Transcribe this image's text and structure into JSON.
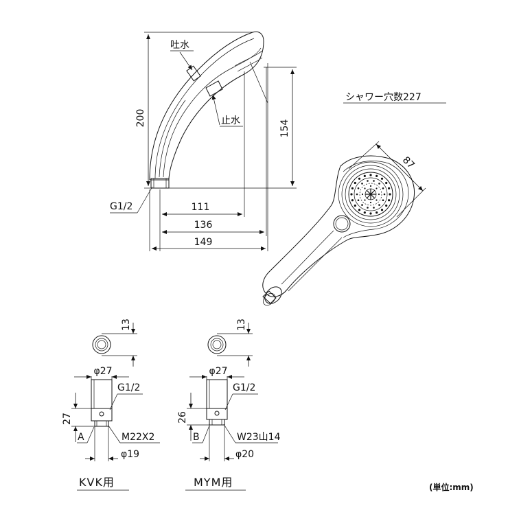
{
  "labels": {
    "water_out": "吐水",
    "water_stop": "止水",
    "g12_main": "G1/2",
    "shower_holes": "シャワー穴数227",
    "unit": "(単位:mm)",
    "kvk_title": "KVK用",
    "mym_title": "MYM用"
  },
  "dims": {
    "height_200": "200",
    "height_154": "154",
    "w_111": "111",
    "w_136": "136",
    "w_149": "149",
    "dia_87": "87"
  },
  "kvk": {
    "top_dim": "13",
    "phi_outer": "φ27",
    "thread_top": "G1/2",
    "height": "27",
    "mark": "A",
    "thread_bottom": "M22X2",
    "phi_inner": "φ19"
  },
  "mym": {
    "top_dim": "13",
    "phi_outer": "φ27",
    "thread_top": "G1/2",
    "height": "26",
    "mark": "B",
    "thread_bottom": "W23山14",
    "phi_inner": "φ20"
  }
}
